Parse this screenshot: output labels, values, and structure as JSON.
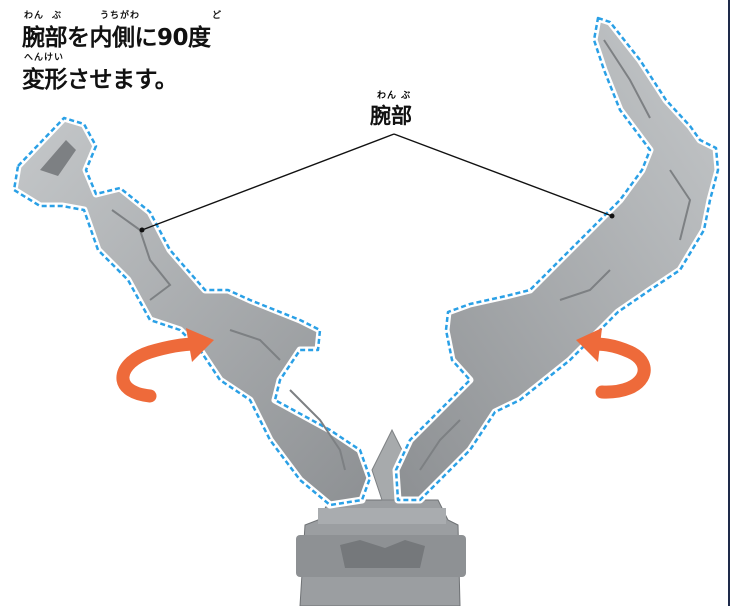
{
  "instruction": {
    "line1": "腕部を内側に90度",
    "line1_ruby": [
      {
        "text": "わん",
        "pos": "a"
      },
      {
        "text": "ぶ",
        "pos": "b"
      },
      {
        "text": "うちがわ",
        "pos": "c"
      },
      {
        "text": "ど",
        "pos": "d"
      }
    ],
    "line2": "変形させます。",
    "line2_ruby": "へんけい"
  },
  "callout": {
    "label": "腕部",
    "ruby": "わん ぶ"
  },
  "colors": {
    "arrow": "#ee6a3a",
    "outline": "#2aa0e6",
    "part": "#a7aaac",
    "part_dark": "#7d8083",
    "rule": "#1e2a4a"
  }
}
